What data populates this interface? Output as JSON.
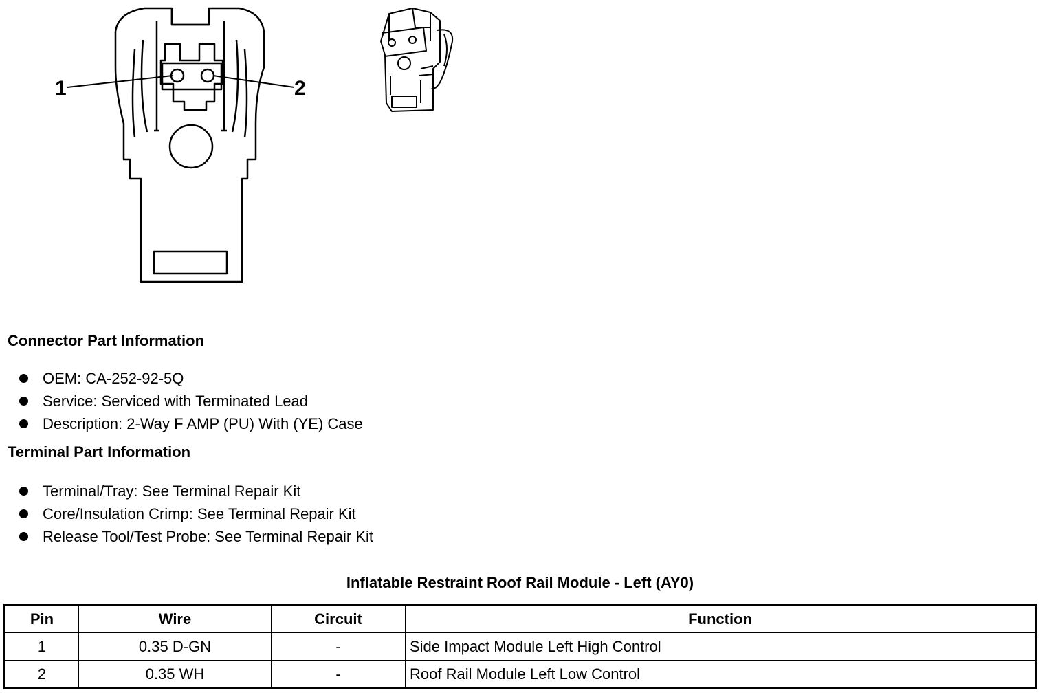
{
  "diagram": {
    "pin_labels": [
      "1",
      "2"
    ]
  },
  "connector_info": {
    "heading": "Connector Part Information",
    "items": [
      "OEM: CA-252-92-5Q",
      "Service: Serviced with Terminated Lead",
      "Description: 2-Way F AMP (PU) With (YE) Case"
    ]
  },
  "terminal_info": {
    "heading": "Terminal Part Information",
    "items": [
      "Terminal/Tray: See Terminal Repair Kit",
      "Core/Insulation Crimp: See Terminal Repair Kit",
      "Release Tool/Test Probe: See Terminal Repair Kit"
    ]
  },
  "table": {
    "title": "Inflatable Restraint Roof Rail Module - Left (AY0)",
    "headers": [
      "Pin",
      "Wire",
      "Circuit",
      "Function"
    ],
    "rows": [
      [
        "1",
        "0.35 D-GN",
        "-",
        "Side Impact Module Left High Control"
      ],
      [
        "2",
        "0.35 WH",
        "-",
        "Roof Rail Module Left Low Control"
      ]
    ]
  }
}
